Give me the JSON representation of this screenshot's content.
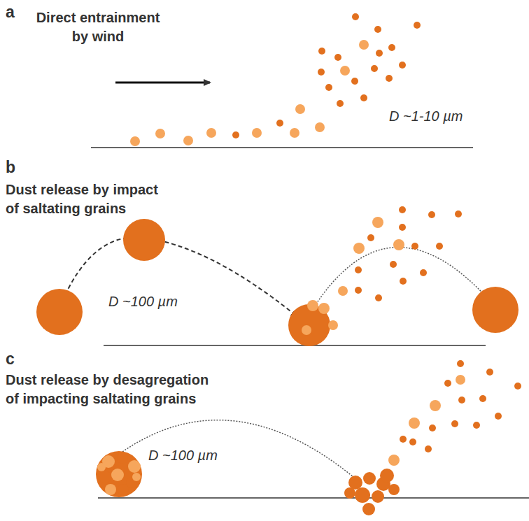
{
  "diagram": {
    "labels": [
      "a",
      "Direct entrainment by wind",
      "D ~1-10 µm",
      "b",
      "Dust release by impact of saltating grains",
      "D ~100 µm",
      "c",
      "Dust release by desagregation of impacting saltating grains",
      "D ~100 µm"
    ]
  }
}
